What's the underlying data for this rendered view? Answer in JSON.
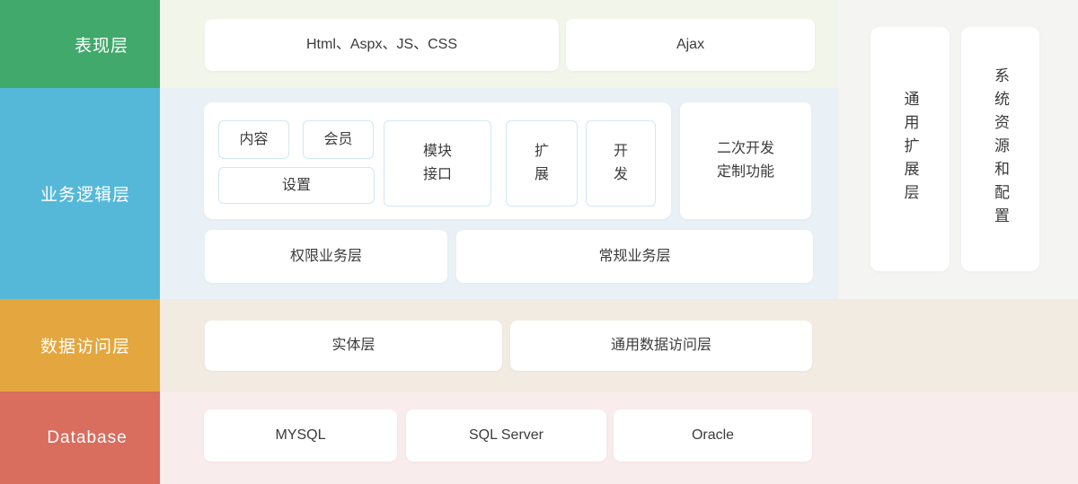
{
  "diagram": {
    "presentation": {
      "label": "表现层",
      "color": "#41a96b",
      "bg": "#f2f5ea",
      "web_box": "Html、Aspx、JS、CSS",
      "ajax_box": "Ajax"
    },
    "business": {
      "label": "业务逻辑层",
      "color": "#56b8d9",
      "bg": "#e9f1f6",
      "modules": {
        "content": "内容",
        "member": "会员",
        "settings": "设置",
        "module_interface": "模块\n接口",
        "extension": "扩\n展",
        "development": "开\n发"
      },
      "custom_dev": "二次开发\n定制功能",
      "permission_layer": "权限业务层",
      "general_layer": "常规业务层"
    },
    "data_access": {
      "label": "数据访问层",
      "color": "#e4a63f",
      "bg": "#f1ebe1",
      "entity_box": "实体层",
      "general_box": "通用数据访问层"
    },
    "database": {
      "label": "Database",
      "color": "#d96d5e",
      "bg": "#f9ecec",
      "mysql": "MYSQL",
      "sqlserver": "SQL Server",
      "oracle": "Oracle"
    },
    "side_panels": {
      "bg": "#f4f4f2",
      "universal_extension": "通用扩展层",
      "system_resources": "系统资源和配置"
    }
  }
}
